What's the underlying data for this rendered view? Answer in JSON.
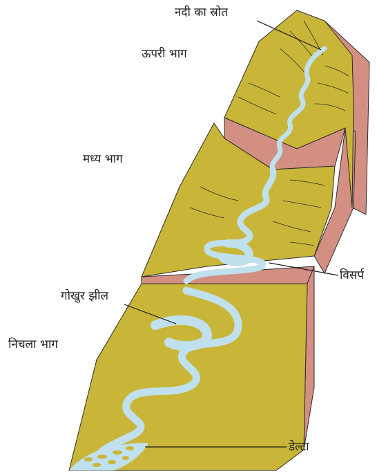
{
  "diagram": {
    "labels": {
      "source": "नदी का स्रोत",
      "upper_course": "ऊपरी भाग",
      "middle_course": "मध्य भाग",
      "meander": "विसर्प",
      "oxbow_lake": "गोखुर झील",
      "lower_course": "निचला भाग",
      "delta": "डेल्टा"
    },
    "colors": {
      "land": "#c9b638",
      "cliff": "#d48f83",
      "water": "#bfe0ec",
      "outline": "#2b2b2b"
    }
  }
}
